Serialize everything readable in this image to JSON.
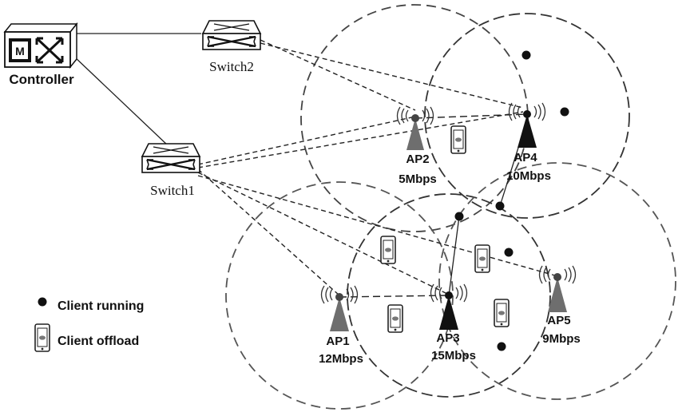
{
  "controller": {
    "label": "Controller",
    "badge": "M"
  },
  "switches": [
    {
      "id": "switch2",
      "label": "Switch2"
    },
    {
      "id": "switch1",
      "label": "Switch1"
    }
  ],
  "access_points": [
    {
      "id": "ap1",
      "name": "AP1",
      "rate": "12Mbps",
      "color": "#6e6e6e"
    },
    {
      "id": "ap2",
      "name": "AP2",
      "rate": "5Mbps",
      "color": "#6e6e6e"
    },
    {
      "id": "ap3",
      "name": "AP3",
      "rate": "15Mbps",
      "color": "#111111"
    },
    {
      "id": "ap4",
      "name": "AP4",
      "rate": "10Mbps",
      "color": "#111111"
    },
    {
      "id": "ap5",
      "name": "AP5",
      "rate": "9Mbps",
      "color": "#6e6e6e"
    }
  ],
  "legend": {
    "running": "Client running",
    "offload": "Client offload"
  }
}
